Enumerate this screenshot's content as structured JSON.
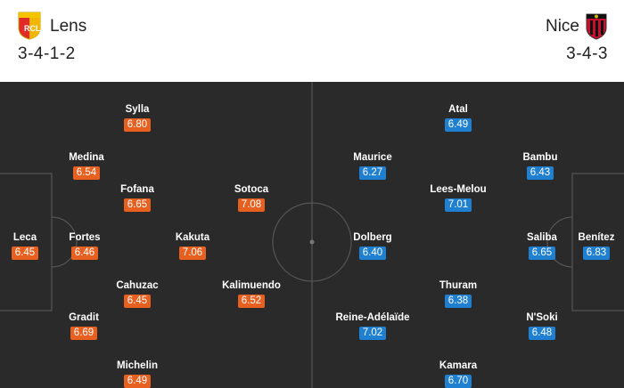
{
  "colors": {
    "home_rating": "#e8601f",
    "away_rating": "#1f7fd0",
    "pitch": "#2a2a2a",
    "lines": "#555555"
  },
  "home": {
    "name": "Lens",
    "formation": "3-4-1-2",
    "crest_icon": "rc-lens-crest",
    "crest_letters": "RCL",
    "players": [
      {
        "name": "Leca",
        "rating": "6.45"
      },
      {
        "name": "Medina",
        "rating": "6.54"
      },
      {
        "name": "Fortes",
        "rating": "6.46"
      },
      {
        "name": "Gradit",
        "rating": "6.69"
      },
      {
        "name": "Sylla",
        "rating": "6.80"
      },
      {
        "name": "Fofana",
        "rating": "6.65"
      },
      {
        "name": "Cahuzac",
        "rating": "6.45"
      },
      {
        "name": "Michelin",
        "rating": "6.49"
      },
      {
        "name": "Kakuta",
        "rating": "7.06"
      },
      {
        "name": "Sotoca",
        "rating": "7.08"
      },
      {
        "name": "Kalimuendo",
        "rating": "6.52"
      }
    ]
  },
  "away": {
    "name": "Nice",
    "formation": "3-4-3",
    "crest_icon": "ogc-nice-crest",
    "players": [
      {
        "name": "Benítez",
        "rating": "6.83"
      },
      {
        "name": "Bambu",
        "rating": "6.43"
      },
      {
        "name": "Saliba",
        "rating": "6.65"
      },
      {
        "name": "N'Soki",
        "rating": "6.48"
      },
      {
        "name": "Atal",
        "rating": "6.49"
      },
      {
        "name": "Lees-Melou",
        "rating": "7.01"
      },
      {
        "name": "Thuram",
        "rating": "6.38"
      },
      {
        "name": "Kamara",
        "rating": "6.70"
      },
      {
        "name": "Maurice",
        "rating": "6.27"
      },
      {
        "name": "Dolberg",
        "rating": "6.40"
      },
      {
        "name": "Reine-Adélaïde",
        "rating": "7.02"
      }
    ]
  }
}
